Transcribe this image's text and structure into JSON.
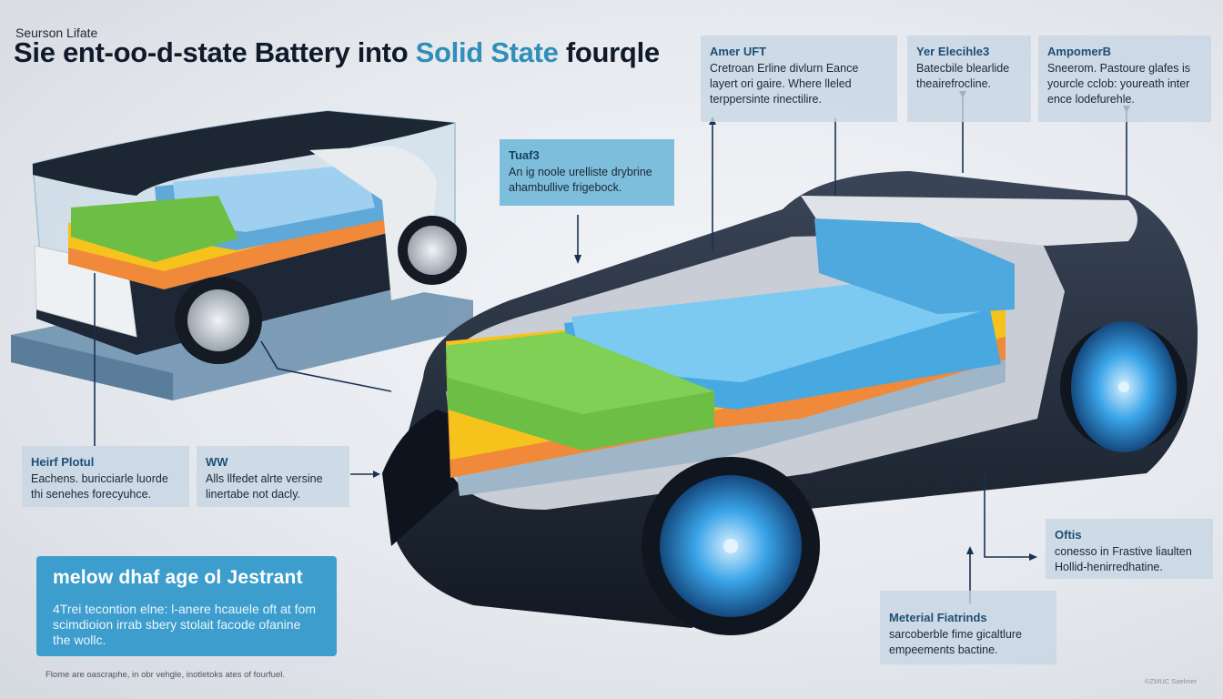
{
  "header": {
    "subtitle": "Seurson Lifate",
    "title_prefix": "Sie ent-oo-d-state Battery into ",
    "title_highlight": "Solid State",
    "title_suffix": " fourqle"
  },
  "panels": [
    {
      "id": "amer-uft",
      "heading": "Amer UFT",
      "body": "Cretroan Erline divlurn Eance layert ori gaire. Where lleled terppersinte rinectilire."
    },
    {
      "id": "yer-electhies",
      "heading": "Yer Elecihle3",
      "body": "Batecbile blearlide theairefrocline."
    },
    {
      "id": "ampomer",
      "heading": "AmpomerB",
      "body": "Sneerom. Pastoure glafes is yourcle cclob: youreath inter ence lodefurehle."
    },
    {
      "id": "tuaf3",
      "heading": "Tuaf3",
      "body": "An ig noole urelliste drybrine ahambullive frigebock."
    },
    {
      "id": "heirf-plotul",
      "heading": "Heirf Plotul",
      "body": "Eachens. buricciarle luorde thi senehes forecyuhce."
    },
    {
      "id": "ww",
      "heading": "WW",
      "body": "Alls llfedet alrte versine linertabe not dacly."
    },
    {
      "id": "oftis",
      "heading": "Oftis",
      "body": "conesso in Frastive liaulten Hollid-henirredhatine."
    },
    {
      "id": "meterial",
      "heading": "Meterial Fiatrinds",
      "body": "sarcoberble fime gicaltlure empeements bactine."
    }
  ],
  "callout": {
    "heading": "melow dhaf age ol Jestrant",
    "body": "4Trei tecontion elne: l-anere hcauele oft at fom scimdioion irrab sbery stolait facode ofanine the wollc."
  },
  "footnote": "Flome are oascraphe, in obr vehgle, inotletoks ates of fourfuel.",
  "credit": "©ZMUC Saelmer",
  "colors": {
    "accent": "#2f8fb8",
    "panel": "#c6d6e4",
    "callout": "#3d9dcd",
    "battery_green": "#6cbf44",
    "battery_yellow": "#f6c21c",
    "battery_orange": "#f08a3a",
    "battery_blue": "#5fb6e6",
    "car_body": "#1e2735",
    "wheel_glow": "#2e93d8"
  }
}
